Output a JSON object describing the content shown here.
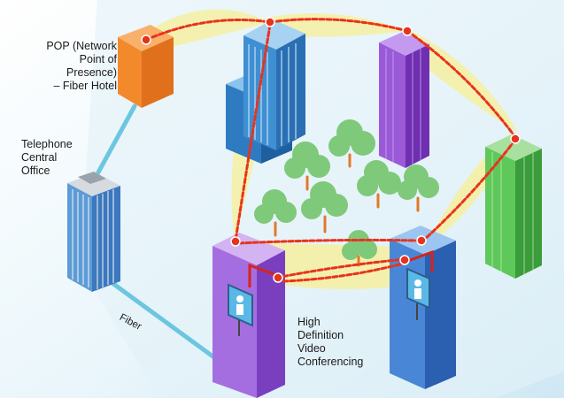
{
  "labels": {
    "pop": "POP (Network\nPoint of Presence)\n– Fiber Hotel",
    "central_office": "Telephone\nCentral\nOffice",
    "fiber": "Fiber",
    "hd_video": "High\nDefinition\nVideo\nConferencing"
  },
  "colors": {
    "background_top": "#ffffff",
    "background_bottom": "#cfe8f3",
    "microwave_glow": "#f7f2a8",
    "microwave_link": "#e8331c",
    "fiber_cable": "#6cc6e0",
    "pop_building": "#f28a2c",
    "central_office_building": "#6fa8dc",
    "left_tower": "#3a86c8",
    "purple_tower": "#8a44c4",
    "right_tower": "#4cbb4c",
    "front_right_tower": "#3b78d0",
    "front_left_tower": "#a46be0",
    "trees": "#7cc576"
  },
  "icons": [
    "video-screen-icon",
    "video-screen-icon"
  ]
}
